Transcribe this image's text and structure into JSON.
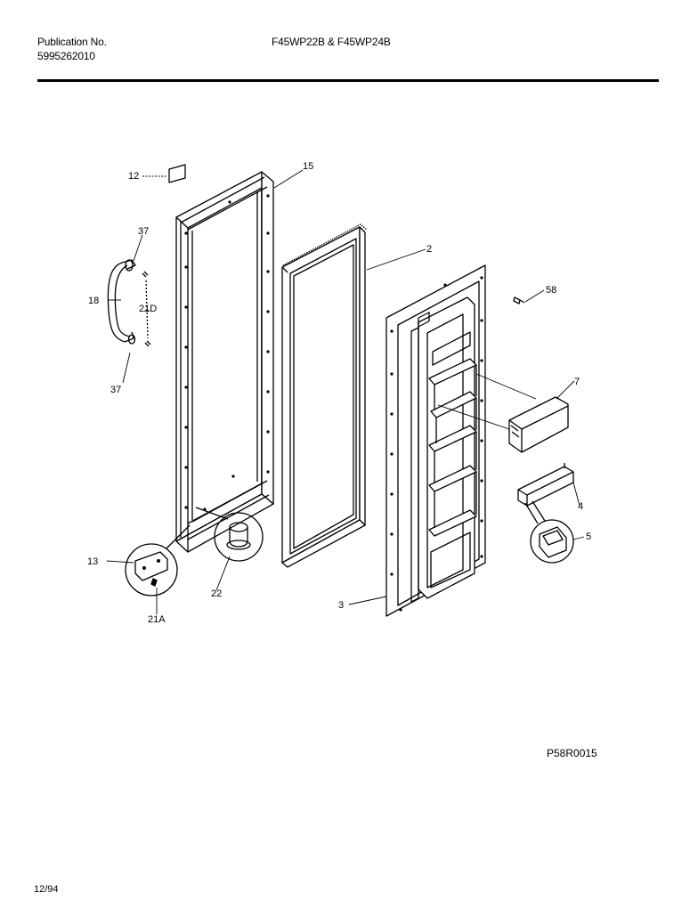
{
  "header": {
    "publication_label": "Publication No.",
    "publication_number": "5995262010",
    "models": "F45WP22B & F45WP24B"
  },
  "diagram": {
    "code": "P58R0015",
    "date": "12/94",
    "callouts": {
      "c12": "12",
      "c15": "15",
      "c2": "2",
      "c37a": "37",
      "c37b": "37",
      "c18": "18",
      "c21d": "21D",
      "c58": "58",
      "c7": "7",
      "c4": "4",
      "c5": "5",
      "c13": "13",
      "c22": "22",
      "c21a": "21A",
      "c3": "3"
    }
  }
}
